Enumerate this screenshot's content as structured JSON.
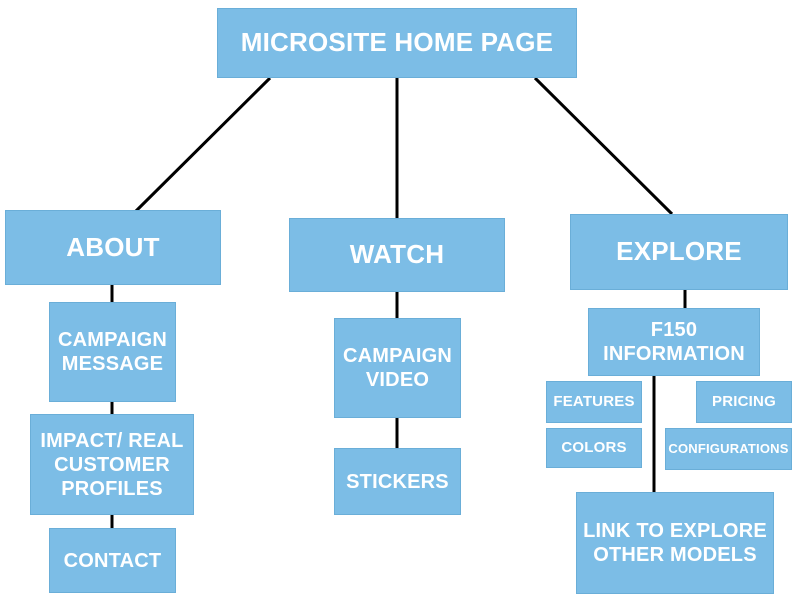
{
  "diagram": {
    "root": "MICROSITE HOME PAGE",
    "about": {
      "label": "ABOUT",
      "children": [
        "CAMPAIGN MESSAGE",
        "IMPACT/ REAL CUSTOMER PROFILES",
        "CONTACT"
      ]
    },
    "watch": {
      "label": "WATCH",
      "children": [
        "CAMPAIGN VIDEO",
        "STICKERS"
      ]
    },
    "explore": {
      "label": "EXPLORE",
      "info": "F150 INFORMATION",
      "features": "FEATURES",
      "pricing": "PRICING",
      "colors": "COLORS",
      "configurations": "CONFIGURATIONS",
      "link": "LINK TO EXPLORE OTHER MODELS"
    },
    "colors": {
      "box_fill": "#7cbde6",
      "text": "#ffffff",
      "line": "#000000"
    }
  }
}
